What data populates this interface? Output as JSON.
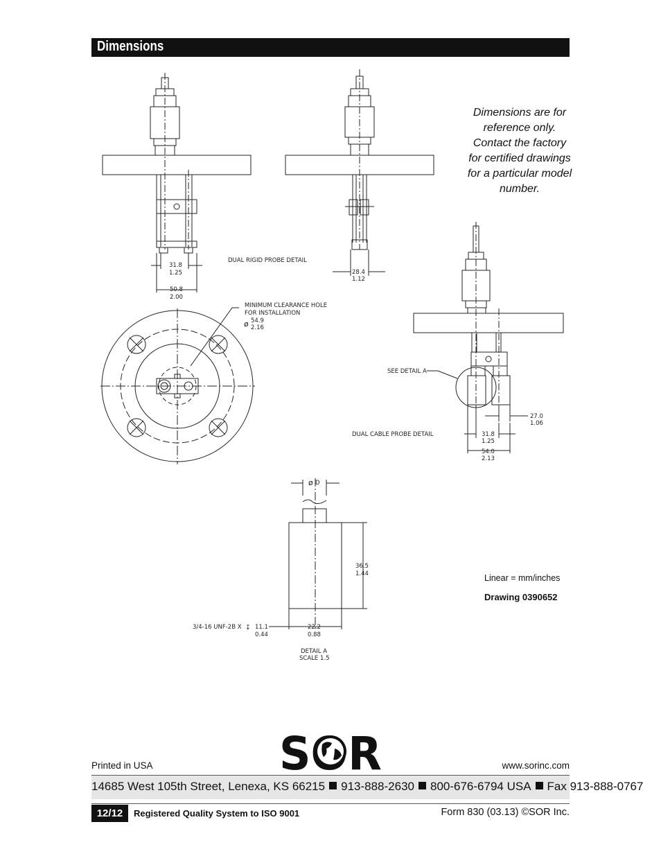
{
  "header": {
    "title": "Dimensions"
  },
  "note": {
    "lines": [
      "Dimensions are for",
      "reference only.",
      "Contact the factory",
      "for certified drawings",
      "for a particular model",
      "number."
    ]
  },
  "drawing": {
    "labels": {
      "dual_rigid": "DUAL RIGID PROBE DETAIL",
      "dual_cable": "DUAL CABLE PROBE DETAIL",
      "see_detail": "SEE DETAIL  A",
      "clearance_1": "MINIMUM CLEARANCE HOLE",
      "clearance_2": "FOR INSTALLATION",
      "detail_a": "DETAIL  A",
      "scale": "SCALE  1.5",
      "thread": "3/4-16 UNF-2B X",
      "diam_d": "D"
    },
    "dims": {
      "d1_mm": "31.8",
      "d1_in": "1.25",
      "d2_mm": "50.8",
      "d2_in": "2.00",
      "d3_mm": "28.4",
      "d3_in": "1.12",
      "d4_mm": "54.9",
      "d4_in": "2.16",
      "d5_mm": "27.0",
      "d5_in": "1.06",
      "d6_mm": "31.8",
      "d6_in": "1.25",
      "d7_mm": "54.0",
      "d7_in": "2.13",
      "d8_mm": "36.5",
      "d8_in": "1.44",
      "d9_mm": "11.1",
      "d9_in": "0.44",
      "d10_mm": "22.2",
      "d10_in": "0.88"
    },
    "units": "Linear = mm/inches",
    "drawing_number": "Drawing 0390652"
  },
  "logo": {
    "text": "SOR"
  },
  "footer": {
    "printed": "Printed in USA",
    "website": "www.sorinc.com",
    "address": "14685 West 105th Street, Lenexa, KS 66215",
    "phone1": "913-888-2630",
    "phone2": "800-676-6794 USA",
    "fax": "Fax 913-888-0767",
    "page": "12/12",
    "iso": "Registered Quality System to ISO 9001",
    "form": "Form 830 (03.13) ©SOR Inc."
  }
}
